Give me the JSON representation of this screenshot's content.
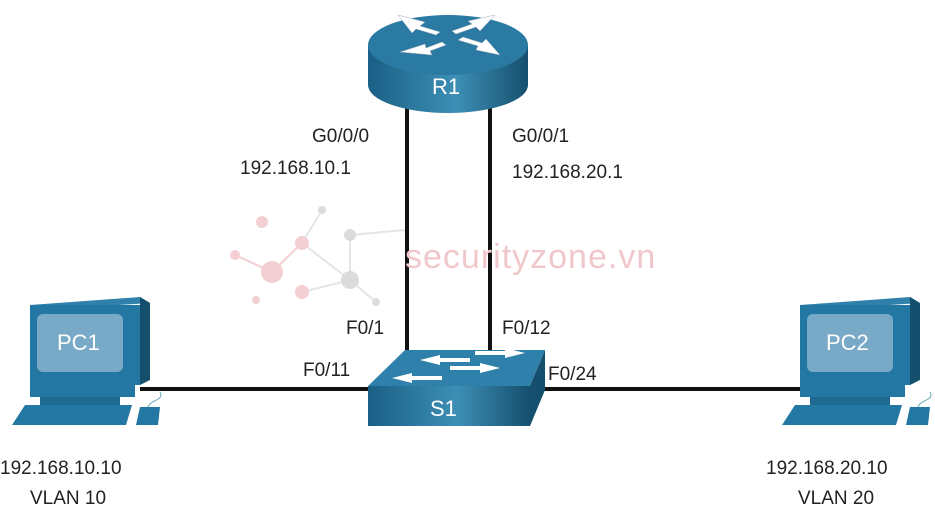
{
  "watermark": "securityzone.vn",
  "colors": {
    "device": "#1f6f96",
    "device_dark": "#164f6e",
    "screen": "#78aac8",
    "link": "#111111"
  },
  "router": {
    "name": "R1",
    "left_if": "G0/0/0",
    "left_ip": "192.168.10.1",
    "right_if": "G0/0/1",
    "right_ip": "192.168.20.1"
  },
  "switch": {
    "name": "S1",
    "port_r1_left": "F0/1",
    "port_r1_right": "F0/12",
    "port_pc1": "F0/11",
    "port_pc2": "F0/24"
  },
  "pc1": {
    "name": "PC1",
    "ip": "192.168.10.10",
    "vlan": "VLAN 10"
  },
  "pc2": {
    "name": "PC2",
    "ip": "192.168.20.10",
    "vlan": "VLAN 20"
  }
}
